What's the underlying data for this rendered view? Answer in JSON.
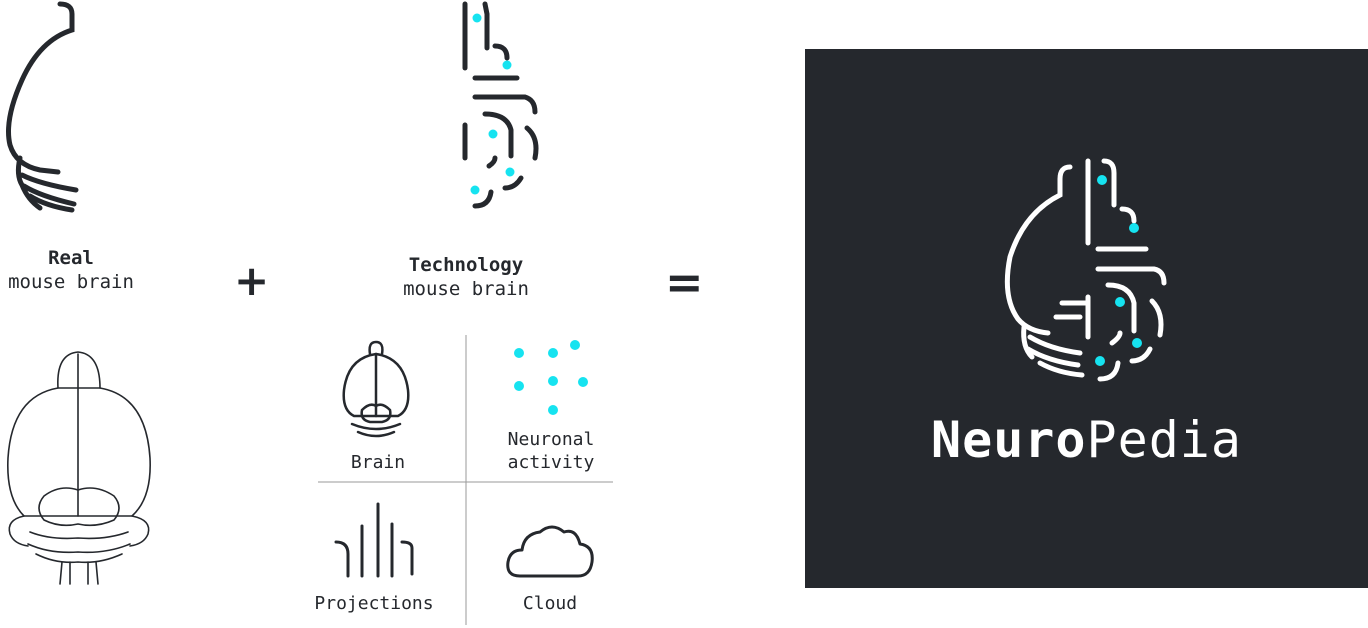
{
  "real": {
    "title": "Real",
    "subtitle": "mouse brain"
  },
  "technology": {
    "title": "Technology",
    "subtitle": "mouse brain"
  },
  "operators": {
    "plus": "+",
    "equals": "="
  },
  "quadrants": {
    "brain": "Brain",
    "neuronal_line1": "Neuronal",
    "neuronal_line2": "activity",
    "projections": "Projections",
    "cloud": "Cloud"
  },
  "logo": {
    "part1": "Neuro",
    "part2": "Pedia"
  },
  "colors": {
    "dark": "#25282d",
    "accent": "#16e3f0",
    "white": "#ffffff"
  }
}
